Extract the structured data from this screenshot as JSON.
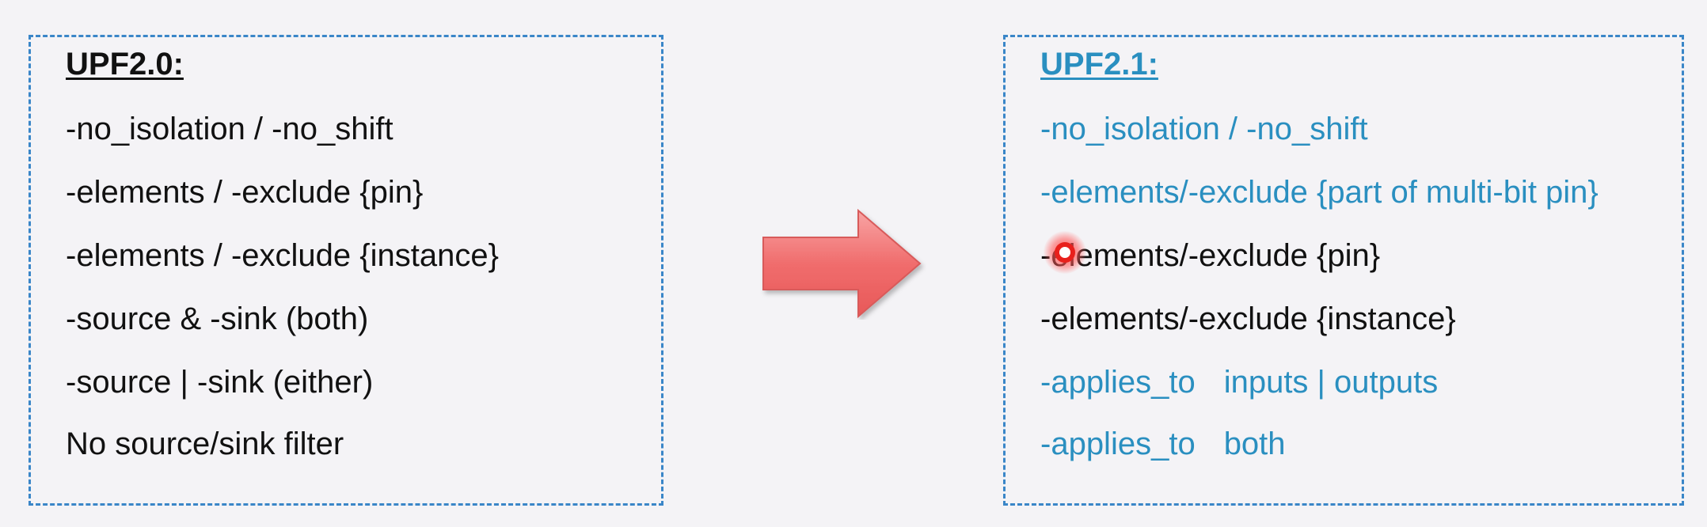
{
  "left_box": {
    "title": "UPF2.0:",
    "title_color": "#111111",
    "text_color": "#111111",
    "lines": [
      "-no_isolation / -no_shift",
      "-elements / -exclude {pin}",
      "-elements / -exclude {instance}",
      "-source & -sink (both)",
      "-source | -sink (either)",
      "No source/sink filter"
    ]
  },
  "right_box": {
    "title": "UPF2.1:",
    "title_color": "#2a8fc0",
    "lines": [
      {
        "text": "-no_isolation / -no_shift",
        "color": "#2a8fc0"
      },
      {
        "text": "-elements/-exclude {part of multi-bit pin}",
        "color": "#2a8fc0"
      },
      {
        "text": "-elements/-exclude {pin}",
        "color": "#111111"
      },
      {
        "text": "-elements/-exclude {instance}",
        "color": "#111111"
      },
      {
        "key": "-applies_to",
        "value": "inputs | outputs",
        "color": "#2a8fc0"
      },
      {
        "key": "-applies_to",
        "value": "both",
        "color": "#2a8fc0"
      }
    ]
  },
  "arrow": {
    "icon": "right-arrow-icon",
    "color": "#f06d6d"
  },
  "cursor": {
    "icon": "cursor-highlight-icon",
    "color": "#e8201c"
  },
  "colors": {
    "border": "#3a86c8",
    "background": "#f4f3f6"
  }
}
